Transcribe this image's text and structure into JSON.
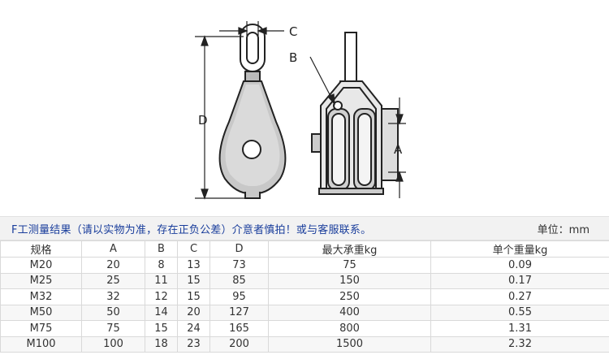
{
  "drawing": {
    "labels": {
      "c": "C",
      "b": "B",
      "d": "D",
      "a": "A"
    }
  },
  "note": {
    "text": "F工测量结果（请以实物为准，存在正负公差）介意者慎拍！或与客服联系。",
    "unit": "单位：mm"
  },
  "table": {
    "headers": [
      "规格",
      "A",
      "B",
      "C",
      "D",
      "最大承重kg",
      "单个重量kg"
    ],
    "rows": [
      [
        "M20",
        "20",
        "8",
        "13",
        "73",
        "75",
        "0.09"
      ],
      [
        "M25",
        "25",
        "11",
        "15",
        "85",
        "150",
        "0.17"
      ],
      [
        "M32",
        "32",
        "12",
        "15",
        "95",
        "250",
        "0.27"
      ],
      [
        "M50",
        "50",
        "14",
        "20",
        "127",
        "400",
        "0.55"
      ],
      [
        "M75",
        "75",
        "15",
        "24",
        "165",
        "800",
        "1.31"
      ],
      [
        "M100",
        "100",
        "18",
        "23",
        "200",
        "1500",
        "2.32"
      ]
    ]
  }
}
